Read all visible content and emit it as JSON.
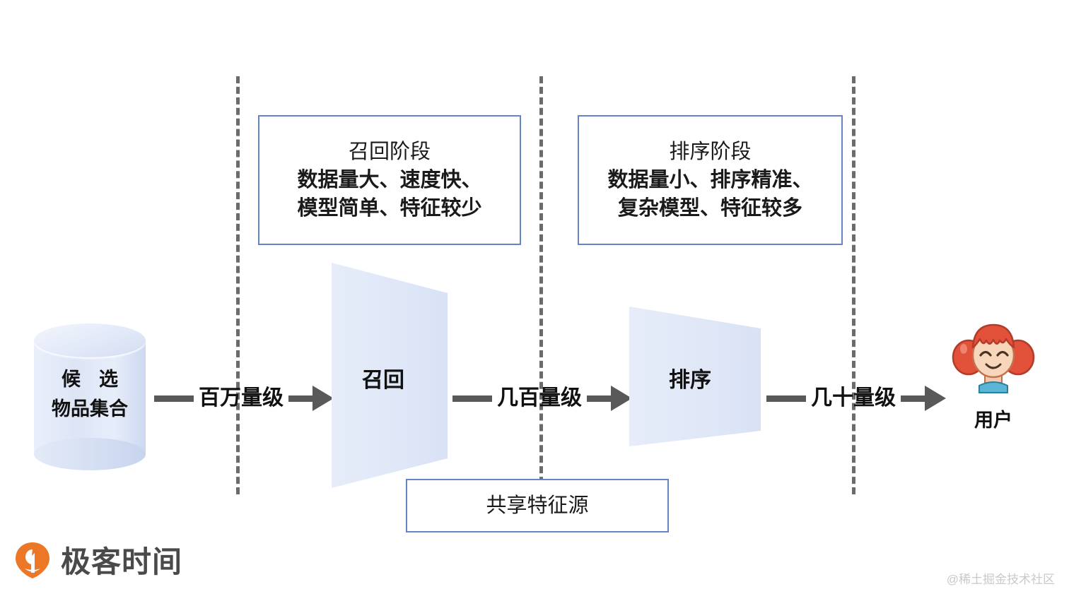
{
  "diagram": {
    "title_semantic": "recommendation-system-recall-and-ranking-pipeline",
    "accent_border": "#6485c4",
    "shape_fill": "#dfe7f7",
    "arrow_color": "#595959",
    "divider_color": "#6b6b6b"
  },
  "datastore": {
    "label_line1_a": "候",
    "label_line1_b": "选",
    "label_line2": "物品集合"
  },
  "stages": [
    {
      "box_title": "召回阶段",
      "box_lines": [
        "数据量大、速度快、",
        "模型简单、特征较少"
      ],
      "funnel_label": "召回"
    },
    {
      "box_title": "排序阶段",
      "box_lines": [
        "数据量小、排序精准、",
        "复杂模型、特征较多"
      ],
      "funnel_label": "排序"
    }
  ],
  "flows": [
    {
      "label": "百万量级"
    },
    {
      "label": "几百量级"
    },
    {
      "label": "几十量级"
    }
  ],
  "shared": {
    "label": "共享特征源"
  },
  "user": {
    "caption": "用户"
  },
  "brand": {
    "name": "极客时间",
    "mark_color": "#ec7727"
  },
  "watermark": {
    "text": "@稀土掘金技术社区"
  }
}
